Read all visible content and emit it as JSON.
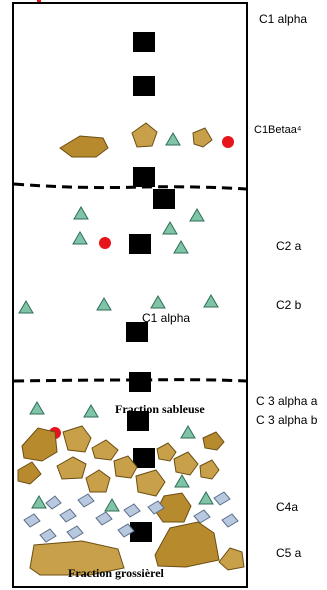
{
  "layers": [
    {
      "id": "c1-alpha-right",
      "label": "C1 alpha"
    },
    {
      "id": "c1-beta",
      "label": "C1Betaa⁴"
    },
    {
      "id": "c2-a",
      "label": "C2 a"
    },
    {
      "id": "c2-b",
      "label": "C2 b"
    },
    {
      "id": "c1-alpha-inner",
      "label": "C1 alpha"
    },
    {
      "id": "c3-alpha-a",
      "label": "C 3 alpha a"
    },
    {
      "id": "c3-alpha-b",
      "label": "C 3 alpha b"
    },
    {
      "id": "c4a",
      "label": "C4a"
    },
    {
      "id": "c5a",
      "label": "C5 a"
    }
  ],
  "fractions": {
    "sableuse": "Fraction sableuse",
    "grossiere": "Fraction grossièrel"
  },
  "colors": {
    "square": "#000000",
    "triangle_fill": "#7fc4a6",
    "triangle_stroke": "#2e6e57",
    "dot": "#e8141b",
    "gravel_fill": "#c9a04a",
    "gravel_dark": "#b88a2e",
    "gravel_stroke": "#6b4e12",
    "pebble_fill": "#b8c8de",
    "pebble_stroke": "#5a6f8c"
  }
}
